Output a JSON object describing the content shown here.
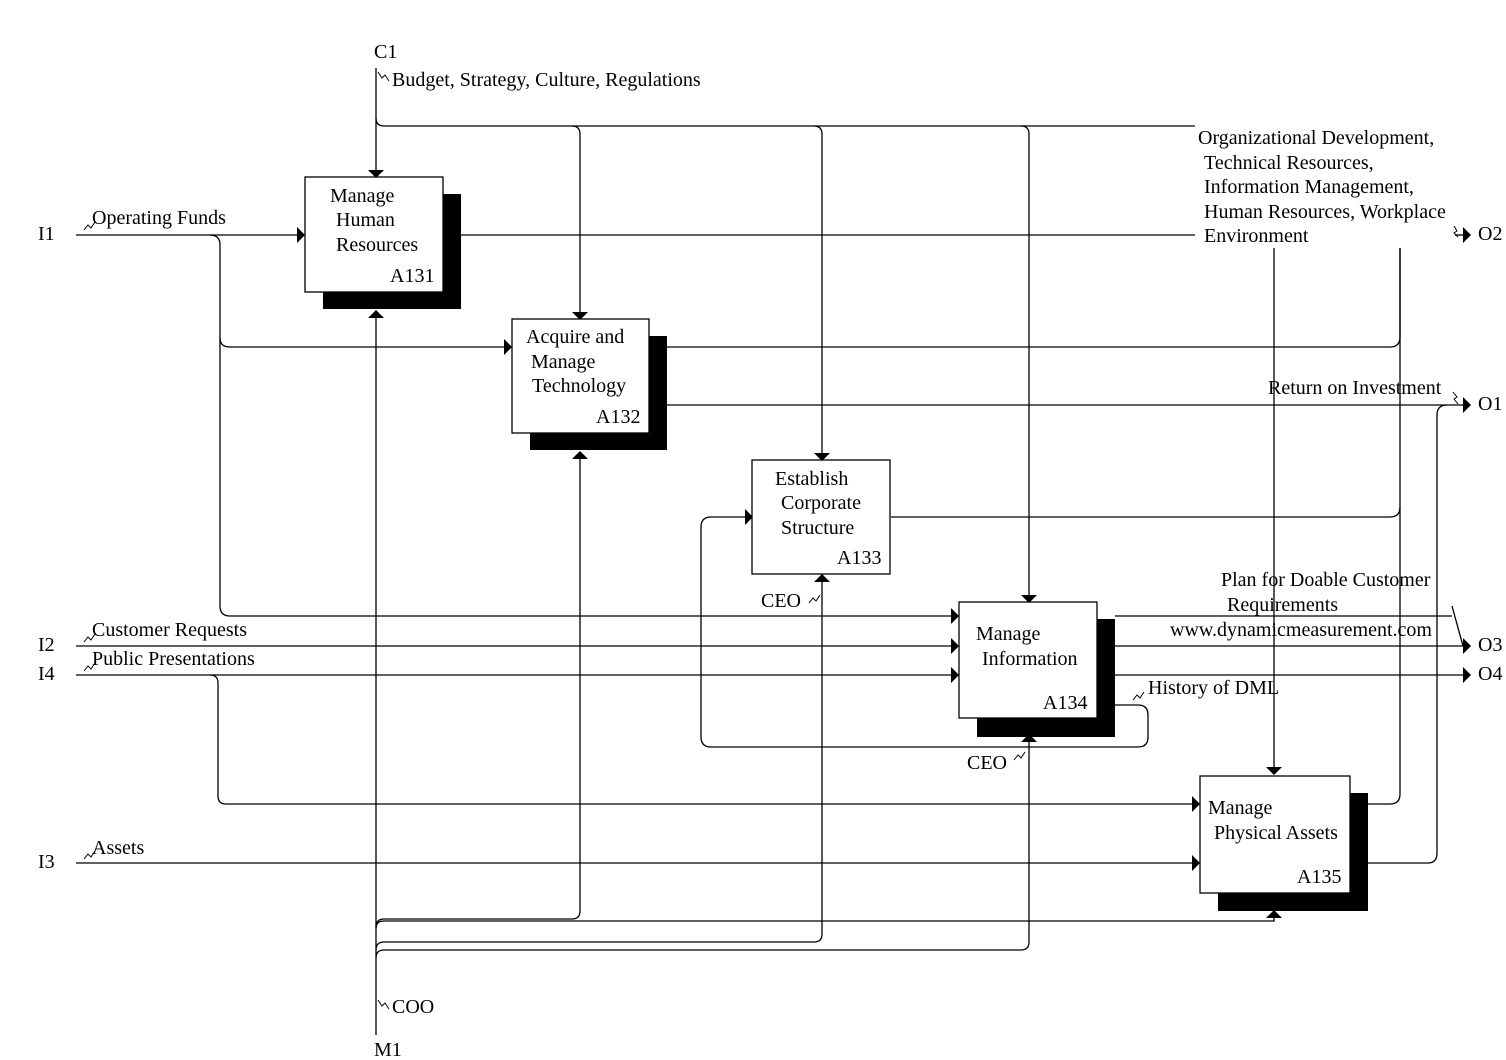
{
  "colors": {
    "line": "#000000",
    "box_fill": "#ffffff",
    "shadow": "#000000",
    "background": "#ffffff"
  },
  "activities": [
    {
      "id": "a131",
      "lines": [
        "Manage",
        "Human",
        "Resources"
      ],
      "number": "A131"
    },
    {
      "id": "a132",
      "lines": [
        "Acquire and",
        "Manage",
        "Technology"
      ],
      "number": "A132"
    },
    {
      "id": "a133",
      "lines": [
        "Establish",
        "Corporate",
        "Structure"
      ],
      "number": "A133"
    },
    {
      "id": "a134",
      "lines": [
        "Manage",
        "Information"
      ],
      "number": "A134"
    },
    {
      "id": "a135",
      "lines": [
        "Manage",
        "Physical Assets"
      ],
      "number": "A135"
    }
  ],
  "tunnels": {
    "c1": "C1",
    "i1": "I1",
    "i2": "I2",
    "i3": "I3",
    "i4": "I4",
    "m1": "M1",
    "o1": "O1",
    "o2": "O2",
    "o3": "O3",
    "o4": "O4"
  },
  "arrow_labels": {
    "controls": "Budget, Strategy, Culture, Regulations",
    "operating_funds": "Operating Funds",
    "customer_requests": "Customer Requests",
    "public_presentations": "Public Presentations",
    "assets": "Assets",
    "coo": "COO",
    "ceo_a133": "CEO",
    "ceo_a134": "CEO",
    "org_dev": [
      "Organizational Development,",
      "Technical Resources,",
      "Information Management,",
      "Human Resources, Workplace",
      "Environment"
    ],
    "return_on_investment": "Return on Investment",
    "plan": [
      "Plan for Doable Customer",
      "Requirements"
    ],
    "website": "www.dynamicmeasurement.com",
    "history": "History of DML"
  }
}
